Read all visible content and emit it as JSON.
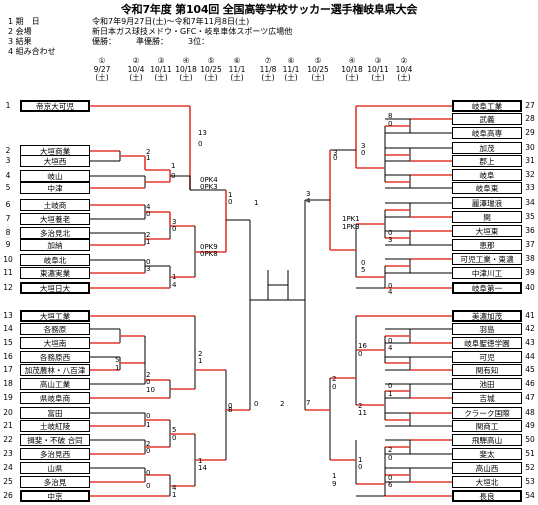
{
  "title": "令和7年度 第104回 全国高等学校サッカー選手権岐阜県大会",
  "info": [
    {
      "num": "1",
      "label": "期　日",
      "value": "令和7年9月27日(土)～令和7年11月8日(土)"
    },
    {
      "num": "2",
      "label": "会場",
      "value": "新日本ガス球技メドウ・GFC・岐阜車体スポーツ広場他"
    },
    {
      "num": "3",
      "label": "結果",
      "value": "優勝：　　　準優勝：　　　3位："
    },
    {
      "num": "4",
      "label": "組み合わせ",
      "value": ""
    }
  ],
  "rounds": [
    {
      "no": "①",
      "date": "9/27",
      "day": "(土)"
    },
    {
      "no": "②",
      "date": "10/4",
      "day": "(土)"
    },
    {
      "no": "③",
      "date": "10/11",
      "day": "(土)"
    },
    {
      "no": "④",
      "date": "10/18",
      "day": "(土)"
    },
    {
      "no": "⑤",
      "date": "10/25",
      "day": "(土)"
    },
    {
      "no": "⑥",
      "date": "11/1",
      "day": "(土)"
    },
    {
      "no": "⑦",
      "date": "11/8",
      "day": "(土)"
    },
    {
      "no": "⑥",
      "date": "11/1",
      "day": "(土)"
    },
    {
      "no": "⑤",
      "date": "10/25",
      "day": "(土)"
    },
    {
      "no": "④",
      "date": "10/18",
      "day": "(土)"
    },
    {
      "no": "③",
      "date": "10/11",
      "day": "(土)"
    },
    {
      "no": "②",
      "date": "10/4",
      "day": "(土)"
    }
  ],
  "left_teams": [
    {
      "num": "1",
      "name": "帝京大可児"
    },
    {
      "num": "2",
      "name": "大垣商業"
    },
    {
      "num": "3",
      "name": "大垣西"
    },
    {
      "num": "4",
      "name": "岐山"
    },
    {
      "num": "5",
      "name": "中津"
    },
    {
      "num": "6",
      "name": "土岐商"
    },
    {
      "num": "7",
      "name": "大垣養老"
    },
    {
      "num": "8",
      "name": "多治見北"
    },
    {
      "num": "9",
      "name": "加納"
    },
    {
      "num": "10",
      "name": "岐阜北"
    },
    {
      "num": "11",
      "name": "東濃実業"
    },
    {
      "num": "12",
      "name": "大垣日大"
    },
    {
      "num": "13",
      "name": "大垣工業"
    },
    {
      "num": "14",
      "name": "各務原"
    },
    {
      "num": "15",
      "name": "大垣南"
    },
    {
      "num": "16",
      "name": "各務原西"
    },
    {
      "num": "17",
      "name": "加茂農林・八百津"
    },
    {
      "num": "18",
      "name": "高山工業"
    },
    {
      "num": "19",
      "name": "県岐阜商"
    },
    {
      "num": "20",
      "name": "富田"
    },
    {
      "num": "21",
      "name": "土岐紅陵"
    },
    {
      "num": "22",
      "name": "揖斐・不破 合同"
    },
    {
      "num": "23",
      "name": "多治見西"
    },
    {
      "num": "24",
      "name": "山県"
    },
    {
      "num": "25",
      "name": "多治見"
    },
    {
      "num": "26",
      "name": "中京"
    }
  ],
  "right_teams": [
    {
      "num": "27",
      "name": "岐阜工業"
    },
    {
      "num": "28",
      "name": "武義"
    },
    {
      "num": "29",
      "name": "岐阜高専"
    },
    {
      "num": "30",
      "name": "加茂"
    },
    {
      "num": "31",
      "name": "郡上"
    },
    {
      "num": "32",
      "name": "岐阜"
    },
    {
      "num": "33",
      "name": "岐阜東"
    },
    {
      "num": "34",
      "name": "麗澤瑞浪"
    },
    {
      "num": "35",
      "name": "関"
    },
    {
      "num": "36",
      "name": "大垣東"
    },
    {
      "num": "37",
      "name": "恵那"
    },
    {
      "num": "38",
      "name": "可児工業・東濃"
    },
    {
      "num": "39",
      "name": "中津川工"
    },
    {
      "num": "40",
      "name": "岐阜第一"
    },
    {
      "num": "41",
      "name": "美濃加茂"
    },
    {
      "num": "42",
      "name": "羽島"
    },
    {
      "num": "43",
      "name": "岐阜聖徳学園"
    },
    {
      "num": "44",
      "name": "可児"
    },
    {
      "num": "45",
      "name": "関有知"
    },
    {
      "num": "46",
      "name": "池田"
    },
    {
      "num": "47",
      "name": "吉城"
    },
    {
      "num": "48",
      "name": "クラーク国際"
    },
    {
      "num": "49",
      "name": "関商工"
    },
    {
      "num": "50",
      "name": "飛騨高山"
    },
    {
      "num": "51",
      "name": "斐太"
    },
    {
      "num": "52",
      "name": "高山西"
    },
    {
      "num": "53",
      "name": "大垣北"
    },
    {
      "num": "54",
      "name": "長良"
    }
  ],
  "colors": {
    "winner_line": "#e0392b",
    "line": "#000000"
  }
}
